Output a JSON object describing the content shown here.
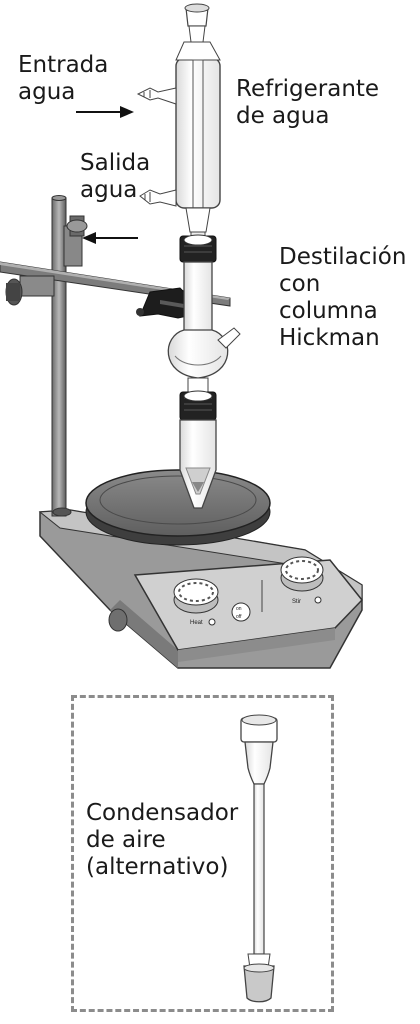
{
  "labels": {
    "water_inlet": [
      "Entrada",
      "agua"
    ],
    "water_outlet": [
      "Salida",
      "agua"
    ],
    "condenser": [
      "Refrigerante",
      "de agua"
    ],
    "distillation": [
      "Destilación",
      "con",
      "columna",
      "Hickman"
    ],
    "air_condenser": [
      "Condensador",
      "de aire",
      "(alternativo)"
    ]
  },
  "hotplate": {
    "heat_label": "Heat",
    "stir_label": "Stir",
    "switch_on": "on",
    "switch_off": "off"
  }
}
